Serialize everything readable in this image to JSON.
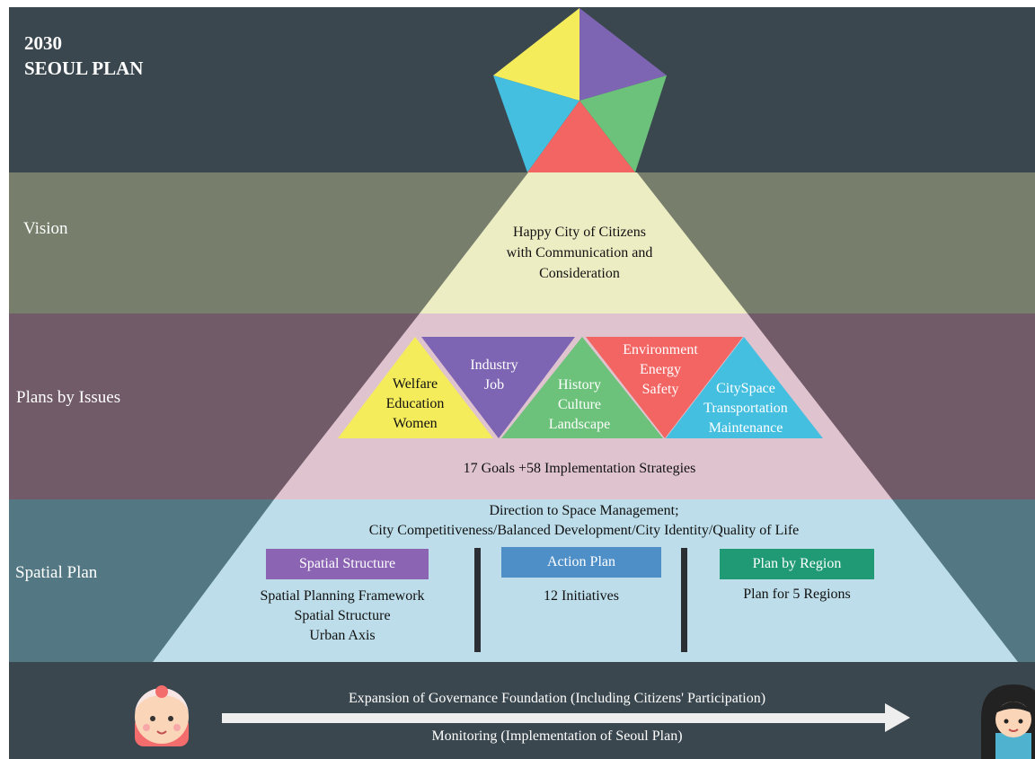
{
  "header": {
    "title_line1": "2030",
    "title_line2": "SEOUL PLAN"
  },
  "colors": {
    "header_bg": "#3a474f",
    "vision_bg": "#777f6c",
    "issues_bg": "#725b69",
    "spatial_bg": "#537883",
    "footer_bg": "#3a474f",
    "pyramid_top": "#ededc4",
    "pyramid_mid": "#dfc4cf",
    "pyramid_bottom": "#bcdde9",
    "yellow": "#f5ec5b",
    "purple": "#7e65b3",
    "green": "#6cc27a",
    "red": "#f26563",
    "cyan": "#45bfe0",
    "spatial_structure_box": "#8c64b4",
    "action_plan_box": "#4e8fc8",
    "plan_by_region_box": "#1f9a74"
  },
  "levels": {
    "vision": "Vision",
    "issues": "Plans by Issues",
    "spatial": "Spatial Plan"
  },
  "vision": {
    "line1": "Happy City of Citizens",
    "line2": "with Communication and",
    "line3": "Consideration"
  },
  "issues": {
    "welfare": [
      "Welfare",
      "Education",
      "Women"
    ],
    "industry": [
      "Industry",
      "Job"
    ],
    "history": [
      "History",
      "Culture",
      "Landscape"
    ],
    "environment": [
      "Environment",
      "Energy",
      "Safety"
    ],
    "cityspace": [
      "CitySpace",
      "Transportation",
      "Maintenance"
    ],
    "summary": "17 Goals +58 Implementation Strategies"
  },
  "spatial": {
    "direction_line1": "Direction to Space Management;",
    "direction_line2": "City Competitiveness/Balanced Development/City Identity/Quality of Life",
    "structure_label": "Spatial Structure",
    "structure_items": [
      "Spatial Planning Framework",
      "Spatial Structure",
      "Urban Axis"
    ],
    "action_label": "Action Plan",
    "action_items": [
      "12 Initiatives"
    ],
    "region_label": "Plan by Region",
    "region_items": [
      "Plan for 5 Regions"
    ]
  },
  "footer": {
    "governance": "Expansion of Governance Foundation (Including Citizens' Participation)",
    "monitoring": "Monitoring (Implementation of Seoul Plan)"
  },
  "icons": [
    "pentagon-emblem-icon",
    "baby-avatar-icon",
    "woman-avatar-icon",
    "arrow-right-icon"
  ]
}
